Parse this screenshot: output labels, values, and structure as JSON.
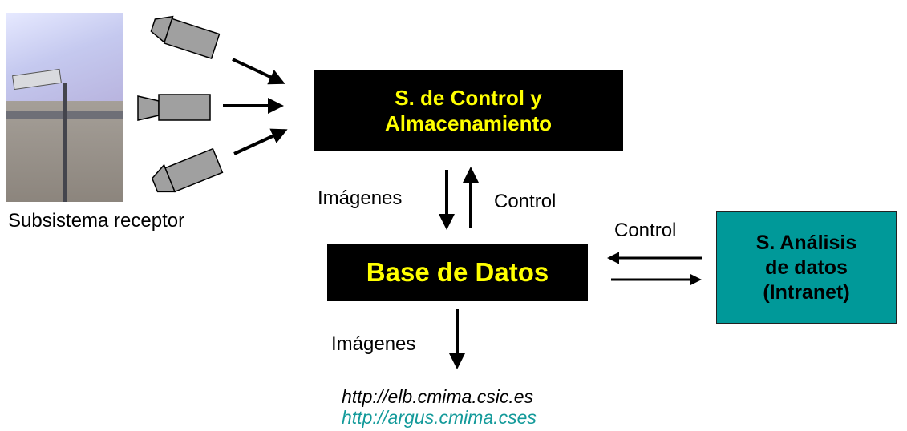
{
  "boxes": {
    "control_line1": "S. de Control y",
    "control_line2": "Almacenamiento",
    "database": "Base de Datos",
    "analysis_line1": "S. Análisis",
    "analysis_line2": "de datos",
    "analysis_line3": "(Intranet)"
  },
  "labels": {
    "receiver": "Subsistema receptor",
    "images_down": "Imágenes",
    "control_up": "Control",
    "control_side": "Control",
    "images_out": "Imágenes"
  },
  "urls": {
    "url1": "http://elb.cmima.csic.es",
    "url2": "http://argus.cmima.cses"
  },
  "colors": {
    "box_dark": "#000000",
    "box_text": "#ffff00",
    "analysis_box": "#009999",
    "url2": "#139a9a",
    "camera_fill": "#a0a0a0"
  },
  "icons": {
    "camera": "video-camera-icon",
    "photo": "receiver-photo"
  }
}
